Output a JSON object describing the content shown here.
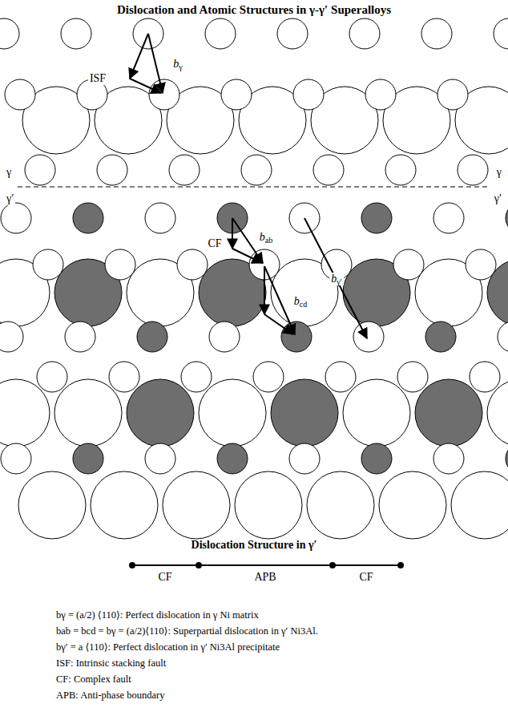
{
  "diagram": {
    "title": "Dislocation and Atomic Structures in γ-γ′ Superalloys",
    "labels": [
      "ISF",
      "bγ",
      "γ",
      "γ",
      "γ′",
      "γ′",
      "CF",
      "bab",
      "bcd",
      "bγ′",
      "Dislocation Structure in γ′",
      "CF",
      "APB",
      "CF",
      "bγ = (a/2) ⟨110⟩: Perfect dislocation in γ Ni matrix",
      "bab = bcd = bγ = (a/2)⟨110⟩: Superpartial dislocation in γ′ Ni3Al.",
      "bγ′ = a ⟨110⟩: Perfect dislocation in γ′ Ni3Al precipitate",
      "ISF: Intrinsic stacking fault",
      "CF: Complex fault",
      "APB: Anti-phase boundary"
    ]
  }
}
